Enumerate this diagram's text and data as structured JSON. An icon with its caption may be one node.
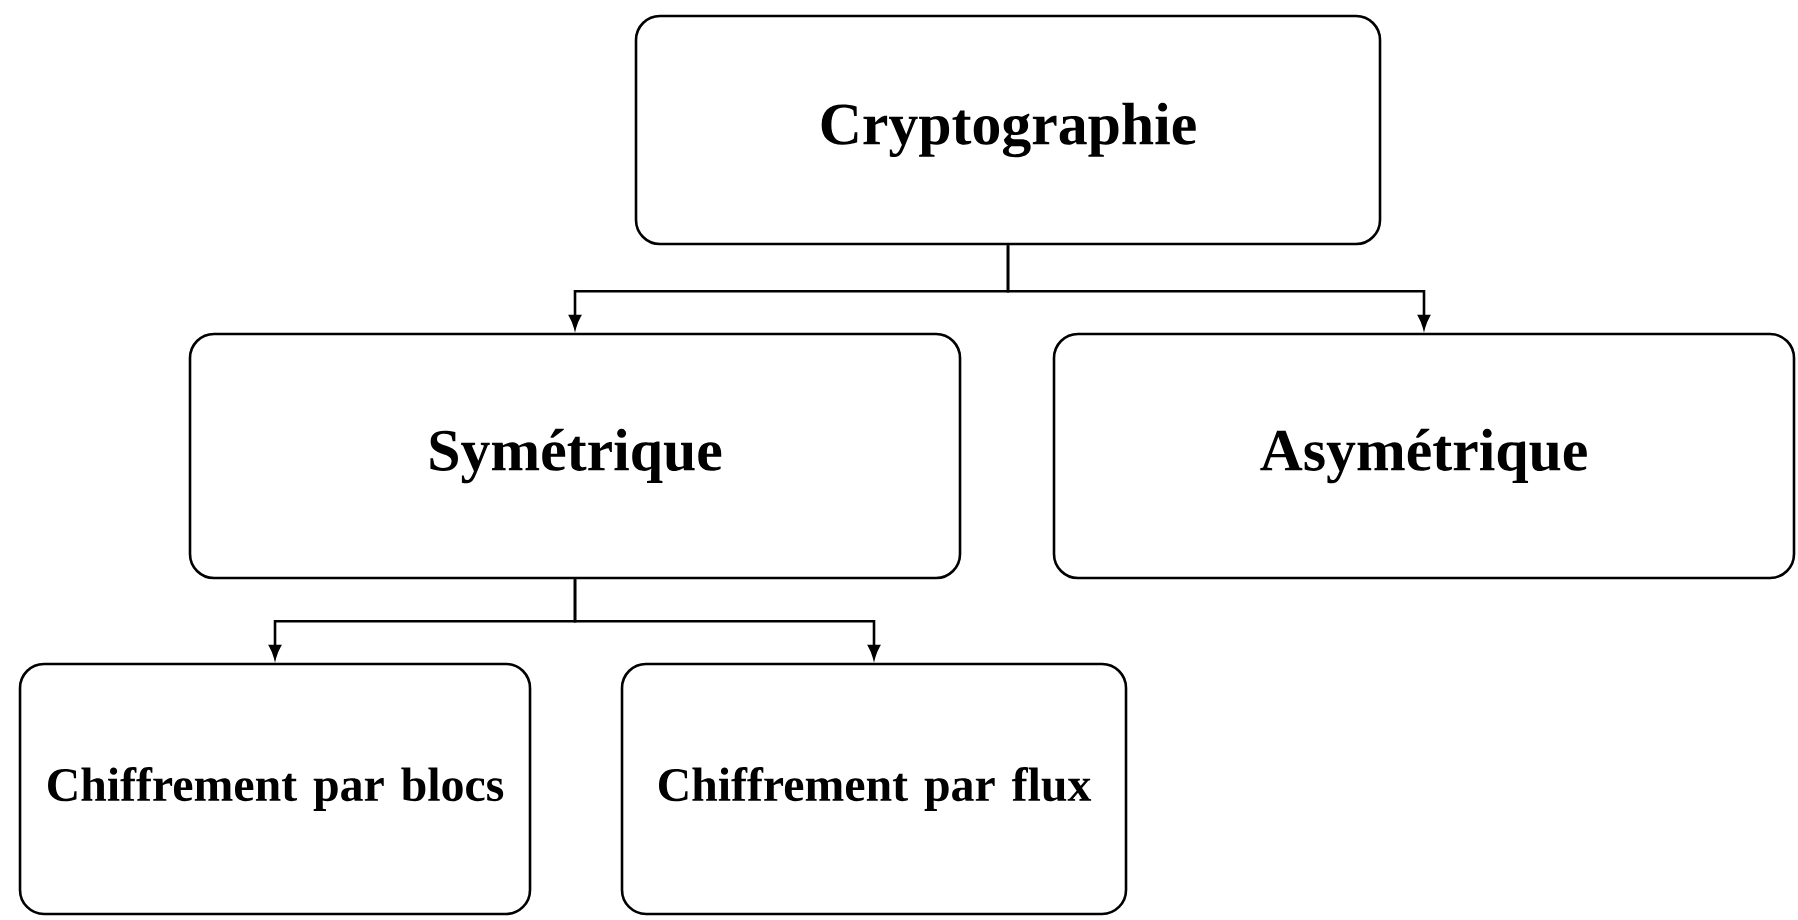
{
  "diagram": {
    "nodes": [
      {
        "text": [
          "Cryptographie"
        ]
      },
      {
        "text": [
          "Symétrique"
        ]
      },
      {
        "text": [
          "Asymétrique"
        ]
      },
      {
        "text": [
          "Chiffrement par blocs"
        ]
      },
      {
        "text": [
          "Chiffrement par flux"
        ]
      }
    ],
    "edges": [
      {
        "from": 0,
        "to": 1,
        "arrow": "to"
      },
      {
        "from": 0,
        "to": 2,
        "arrow": "to"
      },
      {
        "from": 1,
        "to": 3,
        "arrow": "to"
      },
      {
        "from": 1,
        "to": 4,
        "arrow": "to"
      }
    ]
  }
}
